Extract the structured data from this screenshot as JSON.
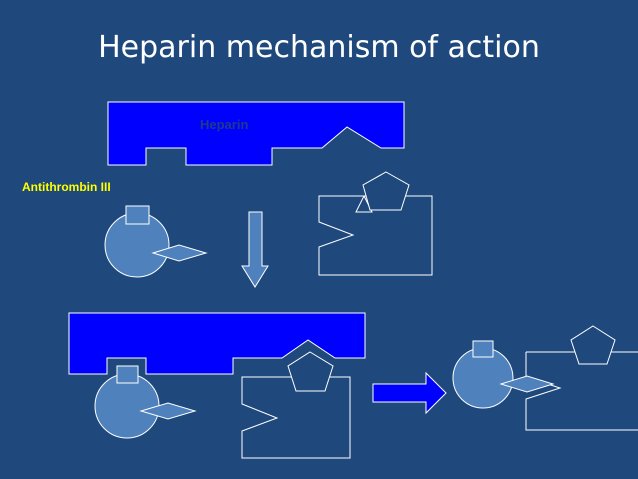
{
  "title": "Heparin mechanism of action",
  "labels": {
    "heparin": "Heparin",
    "antithrombin": "Antithrombin III"
  },
  "colors": {
    "background": "#1f497d",
    "heparin_fill": "#0000ff",
    "antithrombin_fill": "#4f81bd",
    "outline": "#ffffff",
    "heparin_label": "#1f3a8a",
    "antithrombin_label": "#ffff00"
  }
}
